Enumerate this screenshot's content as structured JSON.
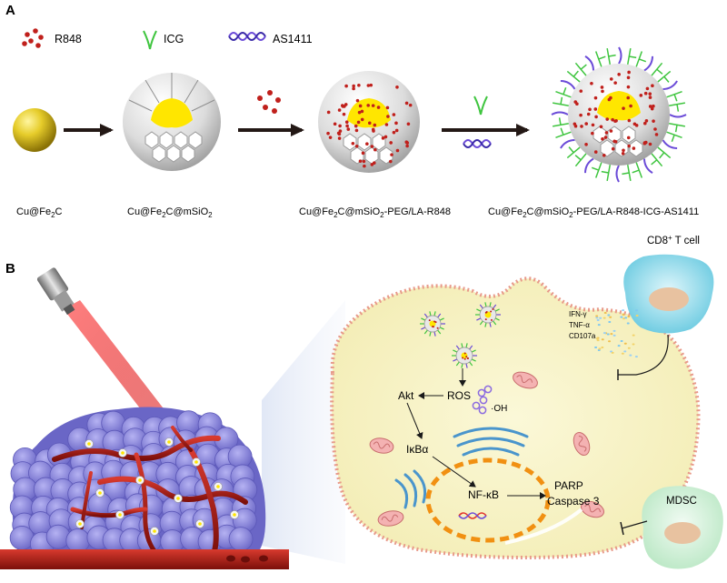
{
  "panel_a": {
    "letter": "A",
    "legend": [
      {
        "text": "R848",
        "icon": "red-dots-icon"
      },
      {
        "text": "ICG",
        "icon": "green-y-icon"
      },
      {
        "text": "AS1411",
        "icon": "purple-helix-icon"
      }
    ],
    "stages": [
      {
        "main": "Cu@Fe",
        "sub": "2",
        "rest": "C"
      },
      {
        "main": "Cu@Fe",
        "sub": "2",
        "rest": "C@mSiO",
        "sub2": "2"
      },
      {
        "main": "Cu@Fe",
        "sub": "2",
        "rest": "C@mSiO",
        "sub2": "2",
        "rest2": "-PEG/LA-R848"
      },
      {
        "main": "Cu@Fe",
        "sub": "2",
        "rest": "C@mSiO",
        "sub2": "2",
        "rest2": "-PEG/LA-R848-ICG-AS1411"
      }
    ]
  },
  "panel_b": {
    "letter": "B",
    "cd8_cell": {
      "prefix": "CD8",
      "sup": "+",
      "suffix": " T cell"
    },
    "cytokines": [
      "IFN-γ",
      "TNF-α",
      "CD107a"
    ],
    "mdsc": "MDSC",
    "pathway": {
      "ros": "ROS",
      "oh": "·OH",
      "akt": "Akt",
      "ikba": "IκBα",
      "nfkb": "NF-κB",
      "parp": "PARP",
      "caspase": "Caspase 3"
    }
  },
  "colors": {
    "gold": "#d4b81a",
    "silica": "#d8d8d8",
    "core_yellow": "#ffe600",
    "r848_red": "#c0201c",
    "icg_green": "#3fc53f",
    "aptamer_purple": "#6b4bd8",
    "cell_fill": "#f9f4c8",
    "cell_membrane": "#e89a8a",
    "tumor_purple": "#8a86dc",
    "vessel_red": "#b01e16",
    "cd8_cyan": "#6fd0e6",
    "mdsc_green": "#c9efd2",
    "nucleus_orange": "#f19012"
  }
}
